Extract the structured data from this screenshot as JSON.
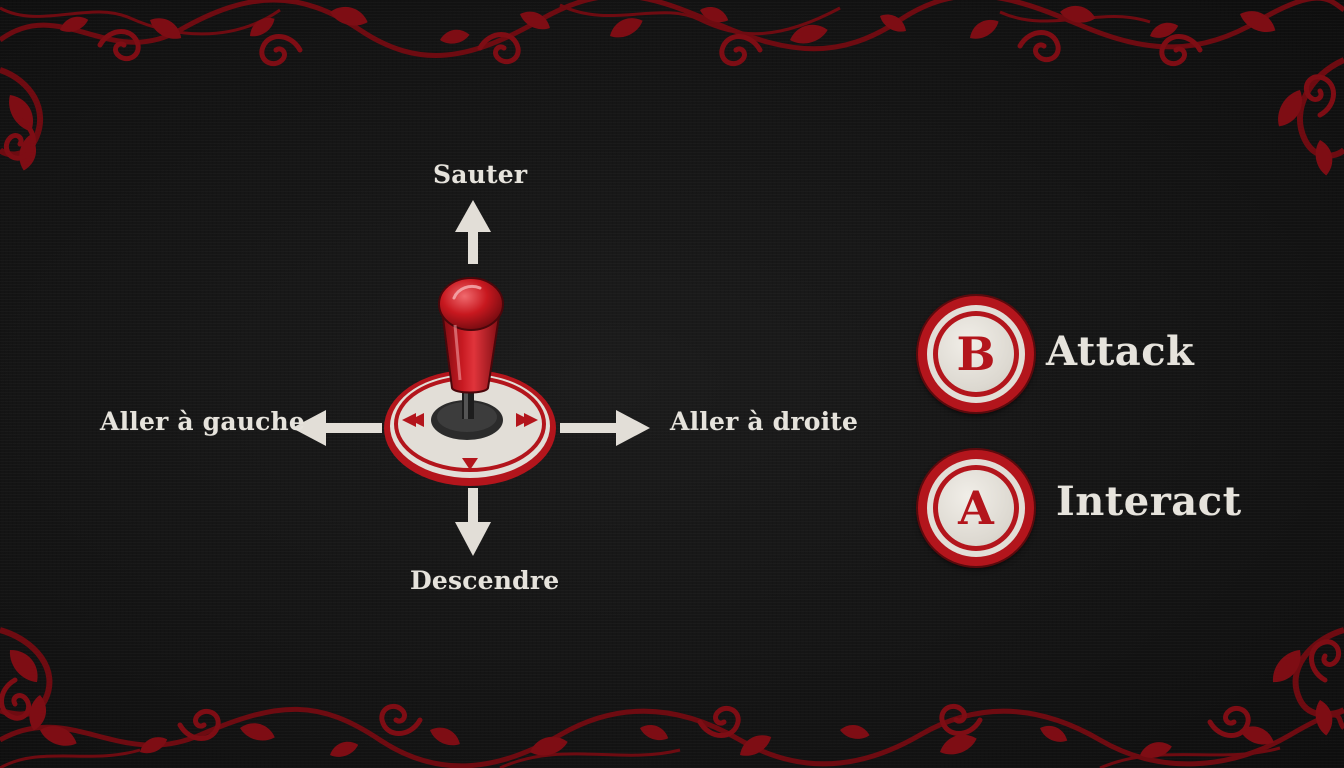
{
  "controls": {
    "directions": {
      "up": "Sauter",
      "down": "Descendre",
      "left": "Aller à gauche",
      "right": "Aller à droite"
    },
    "buttons": [
      {
        "letter": "B",
        "action": "Attack"
      },
      {
        "letter": "A",
        "action": "Interact"
      }
    ]
  },
  "colors": {
    "background": "#141414",
    "accent_red": "#b3151c",
    "ivory": "#e2ded7",
    "ornament_red": "#8a0f16"
  },
  "icons": {
    "joystick": "arcade-joystick-icon",
    "arrows": [
      "arrow-up-icon",
      "arrow-down-icon",
      "arrow-left-icon",
      "arrow-right-icon"
    ],
    "ornaments": "floral-vine-ornament"
  }
}
